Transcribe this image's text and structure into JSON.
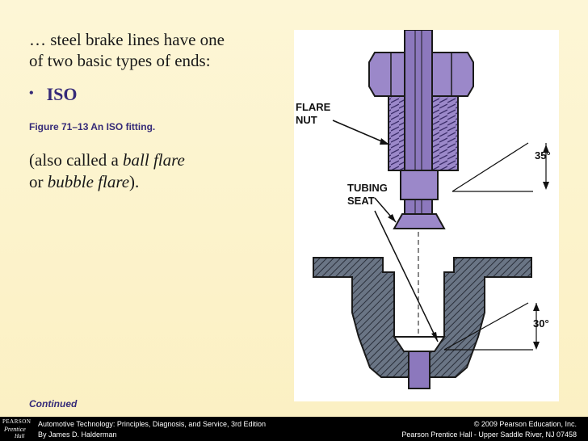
{
  "slide": {
    "intro_line1": "… steel brake lines have one",
    "intro_line2": "of two basic types of ends:",
    "bullet_glyph": "•",
    "bullet_text": "ISO",
    "figure_caption": "Figure 71–13 An ISO fitting.",
    "aka_prefix": "(also called a ",
    "aka_term1": "ball flare",
    "aka_middle": "or ",
    "aka_term2": "bubble flare",
    "aka_suffix": ").",
    "continued": "Continued"
  },
  "figure": {
    "label_flare_nut_1": "FLARE",
    "label_flare_nut_2": "NUT",
    "label_tubing_seat_1": "TUBING",
    "label_tubing_seat_2": "SEAT",
    "angle_top": "35°",
    "angle_bottom": "30°",
    "colors": {
      "metal": "#9b88c9",
      "body": "#5c6778",
      "stroke": "#1a1a1a"
    }
  },
  "footer": {
    "logo_line1": "PEARSON",
    "logo_line2": "Prentice",
    "logo_line3": "Hall",
    "book_title": "Automotive Technology: Principles, Diagnosis, and Service, 3rd Edition",
    "author": "By James D. Halderman",
    "copyright": "© 2009 Pearson Education, Inc.",
    "publisher": "Pearson Prentice Hall - Upper Saddle River, NJ 07458"
  }
}
